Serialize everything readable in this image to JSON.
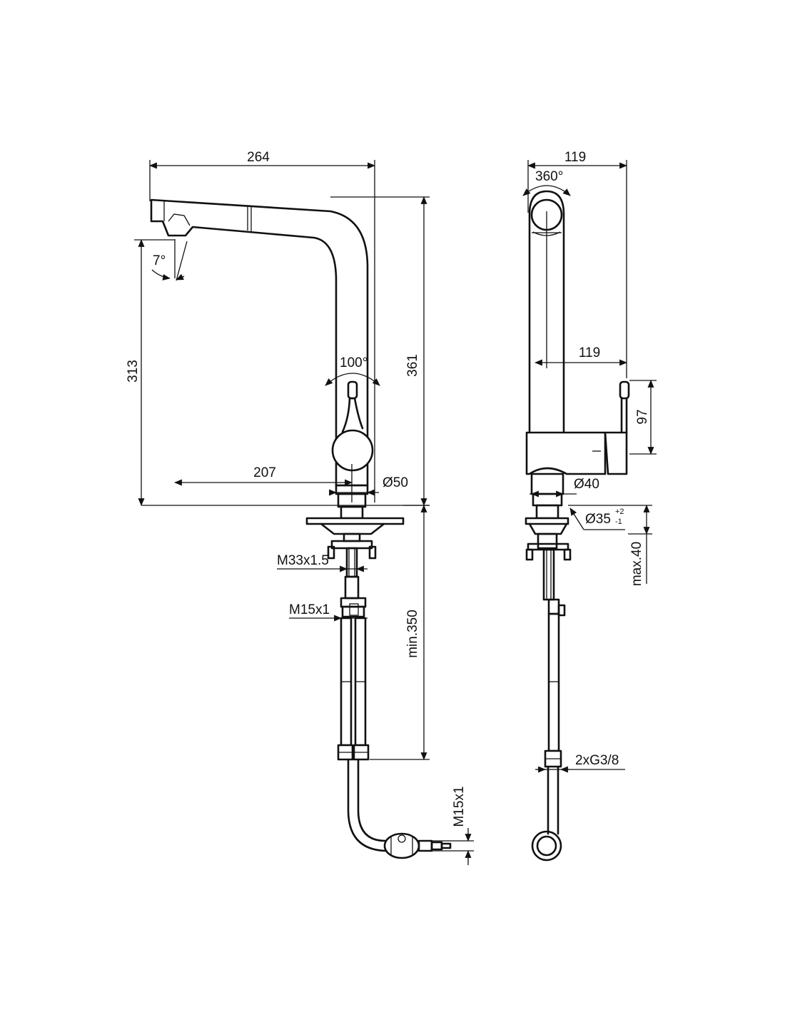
{
  "front_view": {
    "width": "264",
    "spray_angle": "7°",
    "height_spout": "313",
    "height_total": "361",
    "lever_angle": "100°",
    "reach": "207",
    "base_diameter": "Ø50",
    "shank_thread": "M33x1.5",
    "connector_thread": "M15x1",
    "hose_length": "min.350",
    "outlet_thread": "M15x1"
  },
  "side_view": {
    "depth_top": "119",
    "swivel": "360°",
    "depth_mid": "119",
    "lever_height": "97",
    "body_diameter": "Ø40",
    "hole_diameter": "Ø35",
    "tolerance_upper": "+2",
    "tolerance_lower": "-1",
    "counter_thickness": "max.40",
    "supply_connection": "2xG3/8"
  }
}
